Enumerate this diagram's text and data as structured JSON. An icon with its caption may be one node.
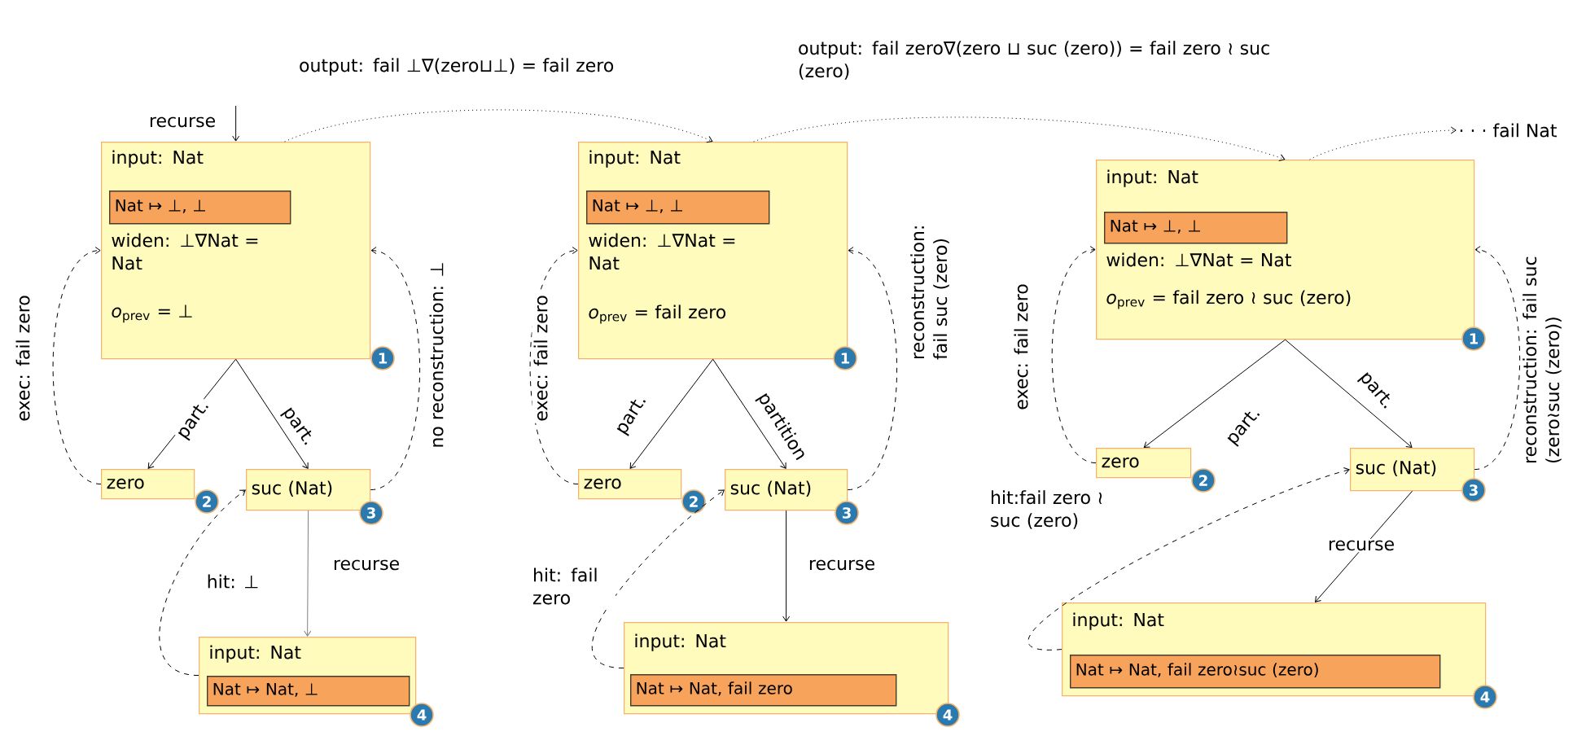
{
  "diagram": {
    "nodes": [
      {
        "text": [
          "input: Nat",
          "widen: ⊥∇Nat = Nat",
          "*o*$_{prev}$ = ⊥"
        ],
        "beside": [
          "1"
        ]
      },
      {
        "text": [
          "Nat ↦ ⊥, ⊥"
        ],
        "in": 0
      },
      {
        "text": [
          "zero"
        ],
        "beside": [
          "2"
        ]
      },
      {
        "text": [
          "suc (Nat)"
        ],
        "beside": [
          "3"
        ]
      },
      {
        "text": [
          "input: Nat"
        ],
        "beside": [
          "4"
        ]
      },
      {
        "text": [
          "Nat ↦ Nat, ⊥"
        ],
        "in": 4
      },
      {
        "text": [
          "input: Nat",
          "widen: ⊥∇Nat = Nat",
          "*o*$_{prev}$ = fail zero"
        ],
        "beside": [
          "1"
        ]
      },
      {
        "text": [
          "Nat ↦ ⊥, ⊥"
        ],
        "in": 6
      },
      {
        "text": [
          "zero"
        ],
        "beside": [
          "2"
        ]
      },
      {
        "text": [
          "suc (Nat)"
        ],
        "beside": [
          "3"
        ]
      },
      {
        "text": [
          "input: Nat"
        ],
        "beside": [
          "4"
        ]
      },
      {
        "text": [
          "Nat ↦ Nat, fail zero"
        ],
        "in": 10
      },
      {
        "text": [
          "input: Nat",
          "widen: ⊥∇Nat = Nat",
          "*o*$_{prev}$ = fail zero ≀ suc (zero)"
        ],
        "beside": [
          "1"
        ]
      },
      {
        "text": [
          "Nat ↦ ⊥, ⊥"
        ],
        "in": 12
      },
      {
        "text": [
          "zero"
        ],
        "beside": [
          "2"
        ]
      },
      {
        "text": [
          "suc (Nat)"
        ],
        "beside": [
          "3"
        ]
      },
      {
        "text": [
          "input: Nat"
        ],
        "beside": [
          "4"
        ]
      },
      {
        "text": [
          "Nat ↦ Nat, fail zero≀suc (zero)"
        ],
        "in": 16
      },
      {
        "text": [
          "· · · fail Nat"
        ]
      }
    ],
    "edges": [
      {
        "from": null,
        "to": 0,
        "arrow": "to",
        "label": "recurse"
      },
      {
        "from": 0,
        "to": 2,
        "arrow": "to",
        "label": "part."
      },
      {
        "from": 0,
        "to": 3,
        "arrow": "to",
        "label": "part."
      },
      {
        "from": 2,
        "to": 0,
        "arrow": "to",
        "style": "dashed",
        "label": "exec: fail zero"
      },
      {
        "from": 3,
        "to": 0,
        "arrow": "to",
        "style": "dashed",
        "label": "no reconstruction: ⊥"
      },
      {
        "from": 3,
        "to": 4,
        "arrow": "to",
        "label": "recurse",
        "color": "#808080"
      },
      {
        "from": 4,
        "to": 3,
        "arrow": "to",
        "style": "dashed",
        "label": "hit: ⊥"
      },
      {
        "from": 0,
        "to": 6,
        "arrow": "to",
        "style": "dashed",
        "label": "output: fail ⊥∇(zero⊔⊥) = fail zero"
      },
      {
        "from": 6,
        "to": 8,
        "arrow": "to",
        "label": "part."
      },
      {
        "from": 6,
        "to": 9,
        "arrow": "to",
        "label": "partition"
      },
      {
        "from": 8,
        "to": 6,
        "arrow": "to",
        "style": "dashed",
        "label": "exec: fail zero"
      },
      {
        "from": 9,
        "to": 6,
        "arrow": "to",
        "style": "dashed",
        "label": "reconstruction: fail suc (zero)"
      },
      {
        "from": 9,
        "to": 10,
        "arrow": "to",
        "label": "recurse"
      },
      {
        "from": 10,
        "to": 9,
        "arrow": "to",
        "style": "dashed",
        "label": "hit: fail zero"
      },
      {
        "from": 6,
        "to": 12,
        "arrow": "to",
        "style": "dashed",
        "label": "output: fail zero∇(zero ⊔ suc (zero)) = fail zero ≀ suc (zero)"
      },
      {
        "from": 12,
        "to": 14,
        "arrow": "to",
        "label": "part."
      },
      {
        "from": 12,
        "to": 15,
        "arrow": "to",
        "label": "part."
      },
      {
        "from": 14,
        "to": 12,
        "arrow": "to",
        "style": "dashed",
        "label": "exec: fail zero"
      },
      {
        "from": 15,
        "to": 12,
        "arrow": "to",
        "style": "dashed",
        "label": "reconstruction: fail suc (zero≀suc (zero))"
      },
      {
        "from": 15,
        "to": 16,
        "arrow": "to",
        "label": "recurse"
      },
      {
        "from": 16,
        "to": 15,
        "arrow": "to",
        "style": "dashed",
        "label": "hit:fail zero ≀ suc (zero)"
      },
      {
        "from": 12,
        "to": 18,
        "arrow": "to",
        "style": "dashed"
      }
    ]
  }
}
